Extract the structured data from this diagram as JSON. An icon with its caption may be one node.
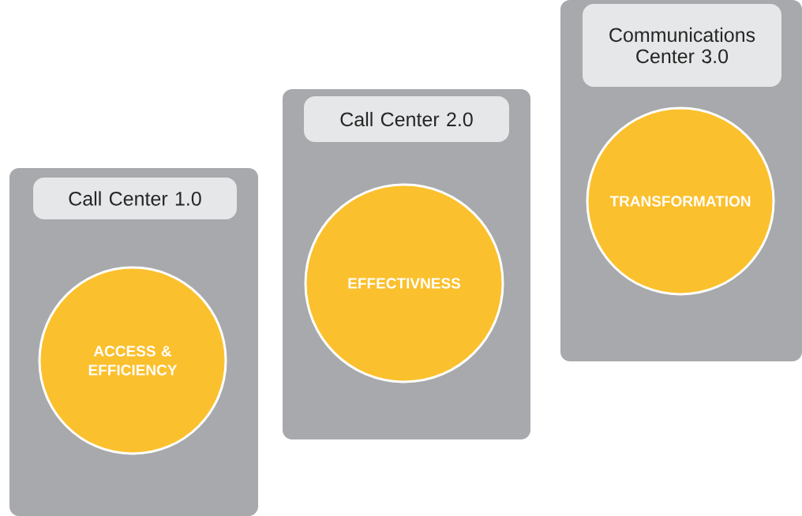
{
  "diagram": {
    "nodes": [
      {
        "text": [],
        "shape": "box"
      },
      {
        "text": [
          "Call Center 1.0"
        ],
        "in": 0
      },
      {
        "text": [
          "ACCESS & EFFICIENCY"
        ],
        "in": 0
      },
      {
        "text": [],
        "shape": "box"
      },
      {
        "text": [
          "Call Center 2.0"
        ],
        "in": 3
      },
      {
        "text": [
          "EFFECTIVNESS"
        ],
        "in": 3
      },
      {
        "text": [],
        "shape": "box"
      },
      {
        "text": [
          "Communications Center 3.0"
        ],
        "in": 6
      },
      {
        "text": [
          "TRANSFORMATION"
        ],
        "in": 6
      }
    ]
  }
}
